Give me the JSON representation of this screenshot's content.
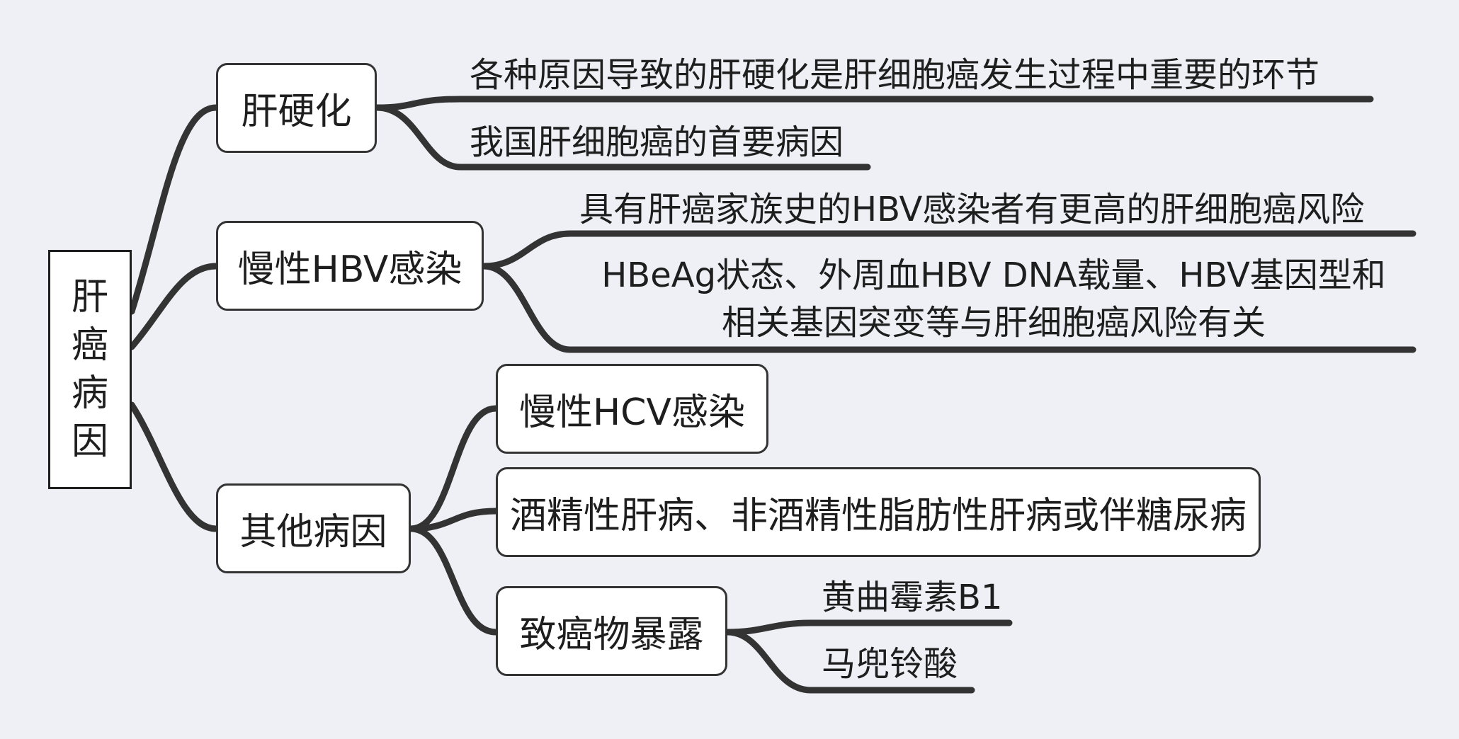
{
  "root": {
    "label": "肝癌病因"
  },
  "branches": {
    "cirrhosis": {
      "label": "肝硬化",
      "leaves": [
        "各种原因导致的肝硬化是肝细胞癌发生过程中重要的环节",
        "我国肝细胞癌的首要病因"
      ]
    },
    "hbv": {
      "label": "慢性HBV感染",
      "leaves": [
        "具有肝癌家族史的HBV感染者有更高的肝细胞癌风险",
        "HBeAg状态、外周血HBV DNA载量、HBV基因型和",
        "相关基因突变等与肝细胞癌风险有关"
      ]
    },
    "other": {
      "label": "其他病因",
      "children": {
        "hcv": {
          "label": "慢性HCV感染"
        },
        "liver_disease": {
          "label": "酒精性肝病、非酒精性脂肪性肝病或伴糖尿病"
        },
        "carcinogen": {
          "label": "致癌物暴露",
          "leaves": [
            "黄曲霉素B1",
            "马兜铃酸"
          ]
        }
      }
    }
  },
  "colors": {
    "background": "#eef0f5",
    "line": "#333333",
    "node_fill": "#ffffff",
    "text": "#1e1e1e"
  }
}
